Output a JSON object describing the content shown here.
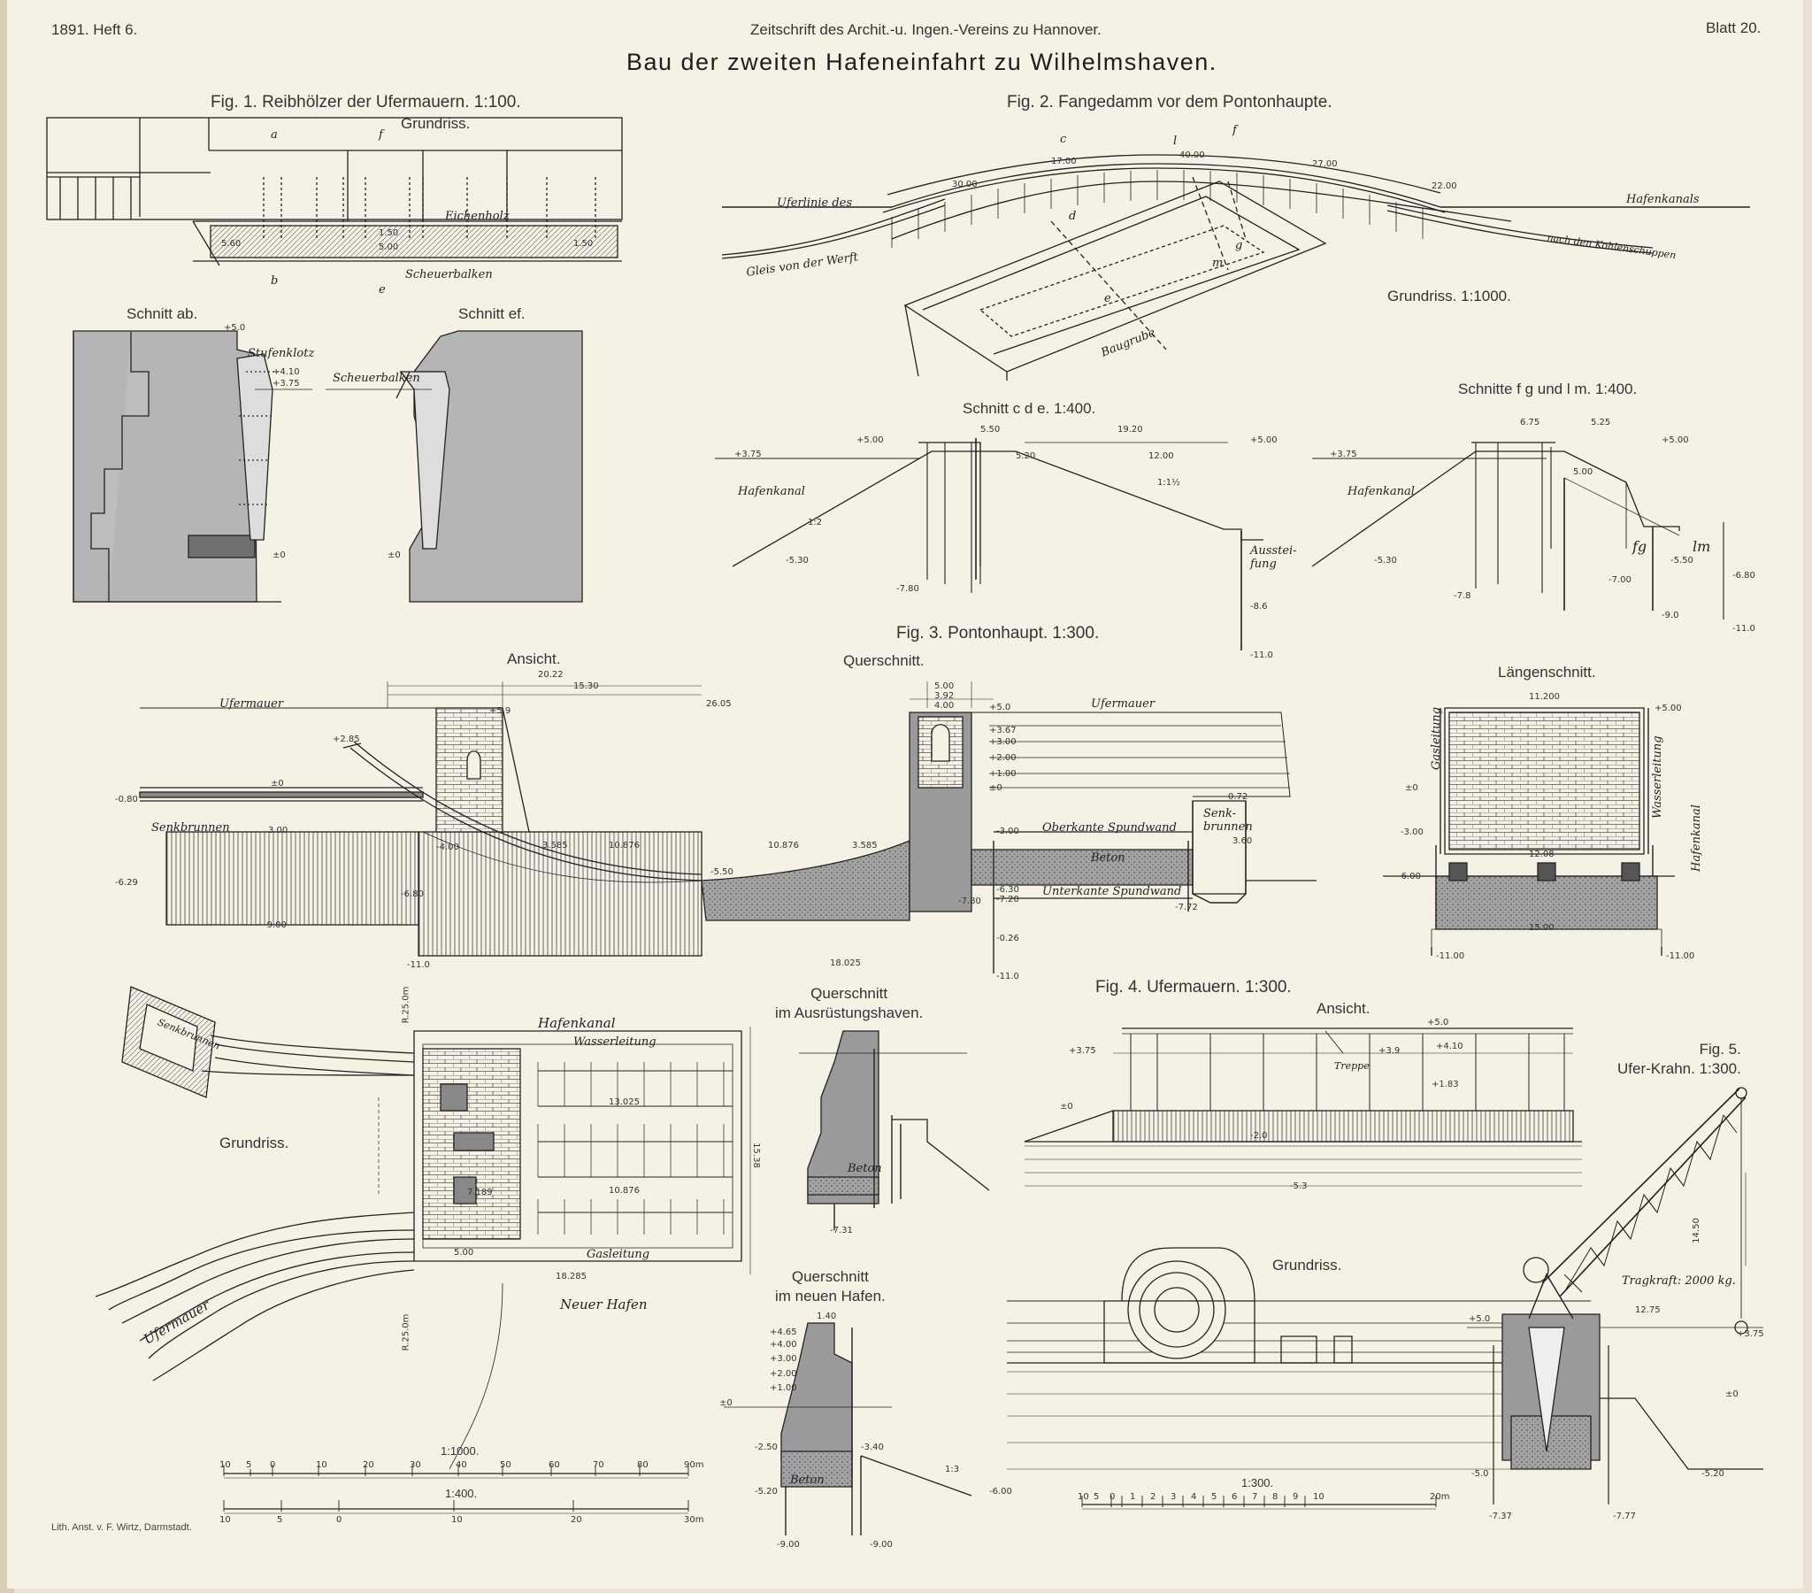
{
  "header": {
    "left": "1891. Heft 6.",
    "center": "Zeitschrift des Archit.-u. Ingen.-Vereins zu Hannover.",
    "right": "Blatt 20.",
    "title": "Bau der zweiten Hafeneinfahrt zu Wilhelmshaven."
  },
  "fig1": {
    "title": "Fig. 1. Reibhölzer der Ufermauern. 1:100.",
    "grundriss": "Grundriss.",
    "section_ab": "Schnitt ab.",
    "section_ef": "Schnitt ef.",
    "labels": {
      "eichenholz": "Eichenholz",
      "scheuerbalken_plan": "Scheuerbalken",
      "stufenklotz": "Stufenklotz",
      "scheuerbalken": "Scheuerbalken"
    },
    "letters": {
      "a": "a",
      "b": "b",
      "e": "e",
      "f": "f"
    },
    "dims": {
      "d1": "5.60",
      "d2": "1.50",
      "d3": "5.00",
      "d4": "1.50",
      "e1": "+5.0",
      "e2": "+4.10",
      "e3": "+3.75",
      "e4": "±0",
      "e5": "±0"
    }
  },
  "fig2": {
    "title": "Fig. 2. Fangedamm vor dem Pontonhaupte.",
    "grundriss": "Grundriss. 1:1000.",
    "labels": {
      "uferlinie": "Uferlinie des",
      "hafenkanals": "Hafenkanals",
      "gleis": "Gleis von der Werft",
      "kohlen": "nach den Kohlenschuppen",
      "baugrube": "Baugrube"
    },
    "letters": {
      "c": "c",
      "d": "d",
      "e": "e",
      "f": "f",
      "g": "g",
      "l": "l",
      "m": "m"
    },
    "dims": {
      "a": "30.00",
      "b": "17.00",
      "c": "40.00",
      "d": "27.00",
      "e": "22.00"
    },
    "section_cde": "Schnitt c d e. 1:400.",
    "section_fg": "Schnitte f g und l m. 1:400.",
    "hafenkanal": "Hafenkanal",
    "aussteifung": "Ausstei-\nfung",
    "fg": "fg",
    "lm": "lm",
    "cde_dims": {
      "a": "+5.00",
      "b": "5.50",
      "c": "19.20",
      "d": "+5.00",
      "e": "5.20",
      "f": "12.00",
      "g": "+3.75",
      "h": "-5.30",
      "i": "-7.80",
      "j": "-8.6",
      "k": "-11.0",
      "slope1": "1:2",
      "slope2": "1:1½"
    },
    "fg_dims": {
      "a": "6.75",
      "b": "5.25",
      "c": "+5.00",
      "d": "5.00",
      "e": "+3.75",
      "f": "-5.30",
      "g": "-7.8",
      "h": "-7.00",
      "i": "-9.0",
      "j": "-6.80",
      "k": "-11.0",
      "l": "-5.50"
    }
  },
  "fig3": {
    "title": "Fig. 3. Pontonhaupt. 1:300.",
    "ansicht": "Ansicht.",
    "querschnitt": "Querschnitt.",
    "laengenschnitt": "Längenschnitt.",
    "grundriss": "Grundriss.",
    "labels": {
      "ufermauer1": "Ufermauer",
      "ufermauer2": "Ufermauer",
      "senkbrunnen": "Senkbrunnen",
      "senkbrunnen2": "Senk-\nbrunnen",
      "oberkante": "Oberkante Spundwand",
      "unterkante": "Unterkante Spundwand",
      "beton": "Beton",
      "gasleitung_v": "Gasleitung",
      "wasserleitung_v": "Wasserleitung",
      "hafenkanal_v": "Hafenkanal",
      "hafenkanal": "Hafenkanal",
      "wasserleitung": "Wasserleitung",
      "gasleitung": "Gasleitung",
      "ufermauer3": "Ufermauer",
      "neuer_hafen": "Neuer Hafen",
      "senkbrunnen3": "Senkbrunnen"
    },
    "dims": {
      "a": "20.22",
      "b": "15.30",
      "c": "26.05",
      "d": "+5.9",
      "e": "+2.85",
      "f": "±0",
      "g": "-0.80",
      "h": "3.00",
      "i": "-4.00",
      "j": "3.585",
      "k": "10.876",
      "l": "10.876",
      "m": "3.585",
      "n": "-6.29",
      "o": "-6.80",
      "p": "-9.00",
      "q": "-11.0",
      "r": "18.025",
      "s": "-7.80",
      "t": "5.00",
      "u": "3.92",
      "v": "4.00",
      "w": "+5.0",
      "x": "+3.67",
      "y": "+3.00",
      "z": "+2.00",
      "aa": "+1.00",
      "ab": "±0",
      "ac": "-3.00",
      "ad": "-5.50",
      "ae": "-6.30",
      "af": "-7.20",
      "ag": "-0.26",
      "ah": "-11.0",
      "ai": "0.72",
      "aj": "3.60",
      "ak": "-7.72",
      "al": "11.200",
      "am": "+5.00",
      "an": "±0",
      "ao": "-3.00",
      "ap": "-6.00",
      "aq": "12.08",
      "ar": "15.00",
      "as": "-11.00",
      "at": "-11.00",
      "au": "13.025",
      "av": "10.876",
      "aw": "7.189",
      "ax": "5.00",
      "ay": "18.285",
      "az": "R.25.0m",
      "ba": "R.25.0m",
      "bb": "15.38"
    }
  },
  "fig4": {
    "title": "Fig. 4. Ufermauern. 1:300.",
    "ansicht": "Ansicht.",
    "grundriss": "Grundriss.",
    "q1": "Querschnitt\nim Ausrüstungshaven.",
    "q2": "Querschnitt\nim neuen Hafen.",
    "treppe": "Treppe",
    "beton1": "Beton",
    "beton2": "Beton",
    "dims": {
      "a": "+5.0",
      "b": "+3.75",
      "c": "+4.10",
      "d": "+3.9",
      "e": "+1.83",
      "f": "±0",
      "g": "-2.0",
      "h": "-5.3",
      "i": "-7.31",
      "j": "+4.65",
      "k": "+4.00",
      "l": "+3.00",
      "m": "+2.00",
      "n": "+1.00",
      "o": "±0",
      "p": "-2.50",
      "q": "-3.40",
      "r": "-5.20",
      "s": "-9.00",
      "t": "-9.00",
      "u": "-6.00",
      "v": "1.40",
      "w": "1:3"
    }
  },
  "fig5": {
    "title": "Fig. 5.\nUfer-Krahn. 1:300.",
    "tragkraft": "Tragkraft: 2000 kg.",
    "dims": {
      "a": "14.50",
      "b": "12.75",
      "c": "+5.0",
      "d": "+3.75",
      "e": "±0",
      "f": "-5.0",
      "g": "-7.37",
      "h": "-7.77",
      "i": "-5.20"
    }
  },
  "scales": {
    "s1000": "1:1000.",
    "s1000_ticks": [
      "10",
      "5",
      "0",
      "10",
      "20",
      "30",
      "40",
      "50",
      "60",
      "70",
      "80",
      "90m"
    ],
    "s400": "1:400.",
    "s400_ticks": [
      "10",
      "5",
      "0",
      "10",
      "20",
      "30m"
    ],
    "s300": "1:300.",
    "s300_ticks": [
      "10",
      "5",
      "0",
      "1",
      "2",
      "3",
      "4",
      "5",
      "6",
      "7",
      "8",
      "9",
      "10",
      "20m"
    ]
  },
  "imprint": "Lith. Anst. v. F. Wirtz, Darmstadt."
}
